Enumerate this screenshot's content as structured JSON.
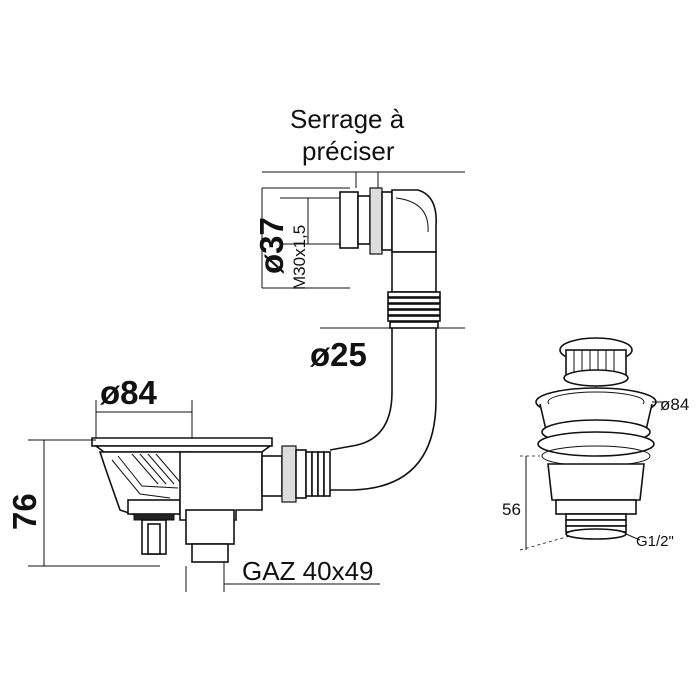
{
  "labels": {
    "serrage_line1": "Serrage à",
    "serrage_line2": "préciser",
    "dia_37": "ø37",
    "thread_m30": "M30x1,5",
    "dia_25": "ø25",
    "dia_84_left": "ø84",
    "height_76": "76",
    "gaz": "GAZ 40x49",
    "dia_84_right": "ø84",
    "height_56": "56",
    "thread_g12": "G1/2\""
  }
}
